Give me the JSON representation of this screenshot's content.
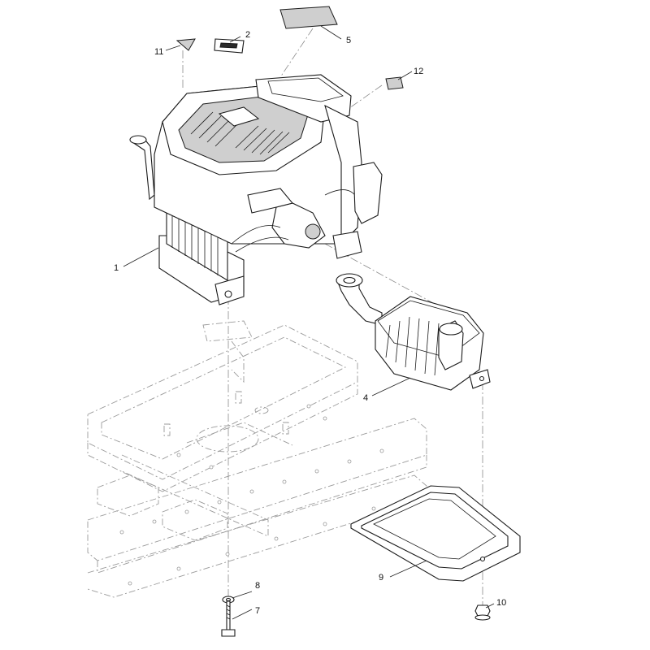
{
  "callouts": {
    "c1": "1",
    "c2": "2",
    "c4": "4",
    "c5": "5",
    "c7": "7",
    "c8": "8",
    "c9": "9",
    "c10": "10",
    "c11": "11",
    "c12": "12"
  },
  "colors": {
    "line": "#1a1a1a",
    "phantom": "#9a9a9a",
    "background": "#ffffff"
  }
}
